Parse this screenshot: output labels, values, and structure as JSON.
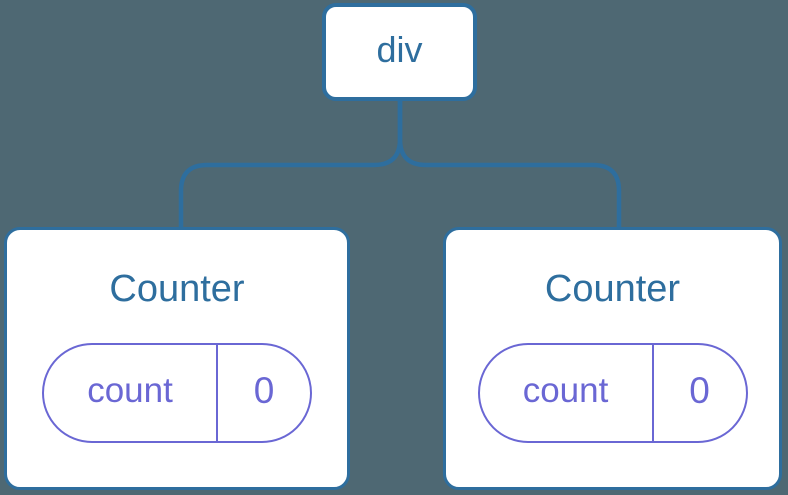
{
  "diagram": {
    "description": "Component tree diagram: a div root element with two Counter component children, each holding a count state of 0",
    "colors": {
      "background": "#4E6873",
      "accent_blue": "#2E6E9E",
      "accent_purple": "#6A67D4",
      "card_bg": "#FFFFFF"
    },
    "root": {
      "label": "div"
    },
    "children": [
      {
        "title": "Counter",
        "state": {
          "key": "count",
          "value": "0"
        }
      },
      {
        "title": "Counter",
        "state": {
          "key": "count",
          "value": "0"
        }
      }
    ]
  }
}
